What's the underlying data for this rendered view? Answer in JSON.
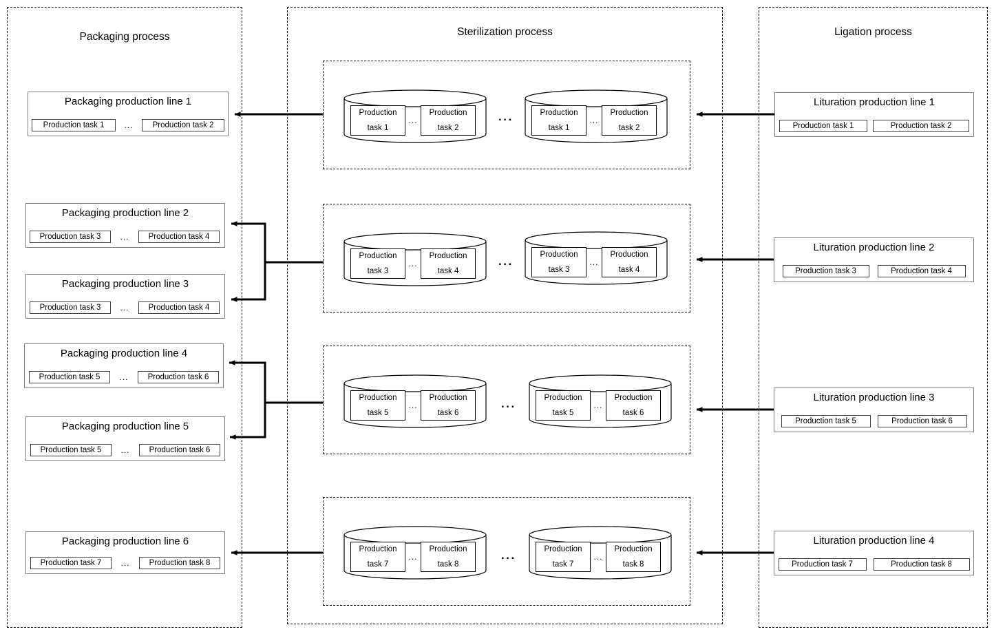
{
  "diagram": {
    "title_packaging": "Packaging process",
    "title_sterilization": "Sterilization process",
    "title_ligation": "Ligation process",
    "ellipsis": "...",
    "big_ellipsis": "..."
  },
  "packaging_lines": [
    {
      "name": "Packaging production line 1",
      "task_left": "Production task 1",
      "task_right": "Production task 2"
    },
    {
      "name": "Packaging production line 2",
      "task_left": "Production task 3",
      "task_right": "Production task 4"
    },
    {
      "name": "Packaging production line 3",
      "task_left": "Production task 3",
      "task_right": "Production task 4"
    },
    {
      "name": "Packaging production line 4",
      "task_left": "Production task 5",
      "task_right": "Production task 6"
    },
    {
      "name": "Packaging production line 5",
      "task_left": "Production task 5",
      "task_right": "Production task 6"
    },
    {
      "name": "Packaging production line 6",
      "task_left": "Production task 7",
      "task_right": "Production task 8"
    }
  ],
  "sterilization_groups": [
    {
      "cylinders": [
        {
          "t1a": "Production",
          "t1b": "task 1",
          "t2a": "Production",
          "t2b": "task 2"
        },
        {
          "t1a": "Production",
          "t1b": "task 1",
          "t2a": "Production",
          "t2b": "task 2"
        }
      ]
    },
    {
      "cylinders": [
        {
          "t1a": "Production",
          "t1b": "task 3",
          "t2a": "Production",
          "t2b": "task 4"
        },
        {
          "t1a": "Production",
          "t1b": "task 3",
          "t2a": "Production",
          "t2b": "task 4"
        }
      ]
    },
    {
      "cylinders": [
        {
          "t1a": "Production",
          "t1b": "task 5",
          "t2a": "Production",
          "t2b": "task 6"
        },
        {
          "t1a": "Production",
          "t1b": "task 5",
          "t2a": "Production",
          "t2b": "task 6"
        }
      ]
    },
    {
      "cylinders": [
        {
          "t1a": "Production",
          "t1b": "task 7",
          "t2a": "Production",
          "t2b": "task 8"
        },
        {
          "t1a": "Production",
          "t1b": "task 7",
          "t2a": "Production",
          "t2b": "task 8"
        }
      ]
    }
  ],
  "ligation_lines": [
    {
      "name": "Lituration production line 1",
      "task_left": "Production task 1",
      "task_right": "Production task 2"
    },
    {
      "name": "Lituration production line 2",
      "task_left": "Production task 3",
      "task_right": "Production task 4"
    },
    {
      "name": "Lituration production line 3",
      "task_left": "Production task 5",
      "task_right": "Production task 6"
    },
    {
      "name": "Lituration production line 4",
      "task_left": "Production task 7",
      "task_right": "Production task 8"
    }
  ],
  "colors": {
    "stroke": "#000000",
    "box_border": "#7f7f7f",
    "chip_border": "#3f3f3f",
    "background": "#ffffff"
  }
}
